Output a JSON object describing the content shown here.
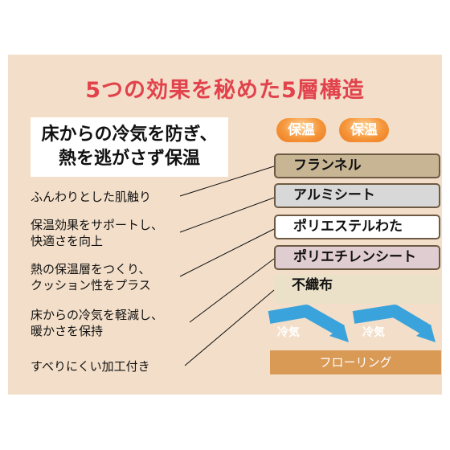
{
  "headline": "5つの効果を秘めた5層構造",
  "callout": {
    "line1": "床からの冷気を防ぎ、",
    "line2": "熱を逃がさず保温"
  },
  "badges": [
    "保温",
    "保温"
  ],
  "layers": [
    {
      "label": "フランネル",
      "color": "#c7b594"
    },
    {
      "label": "アルミシート",
      "color": "#d8d8d8"
    },
    {
      "label": "ポリエステルわた",
      "color": "#ffffff"
    },
    {
      "label": "ポリエチレンシート",
      "color": "#e0cdd2"
    },
    {
      "label": "不織布",
      "color": "#ebe0c8"
    }
  ],
  "features": [
    {
      "lines": [
        "ふんわりとした肌触り"
      ]
    },
    {
      "lines": [
        "保温効果をサポートし、",
        "快適さを向上"
      ]
    },
    {
      "lines": [
        "熱の保温層をつくり、",
        "クッション性をプラス"
      ]
    },
    {
      "lines": [
        "床からの冷気を軽減し、",
        "暖かさを保持"
      ]
    },
    {
      "lines": [
        "すべりにくい加工付き"
      ]
    }
  ],
  "cold_air": [
    "冷気",
    "冷気"
  ],
  "floor_label": "フローリング",
  "colors": {
    "panel": "#f3dfc9",
    "headline": "#e2424c",
    "badge": "#f08a2e",
    "arrow": "#3aa3dc",
    "floor": "#d99a56",
    "layer_border": "#6d5a44"
  }
}
